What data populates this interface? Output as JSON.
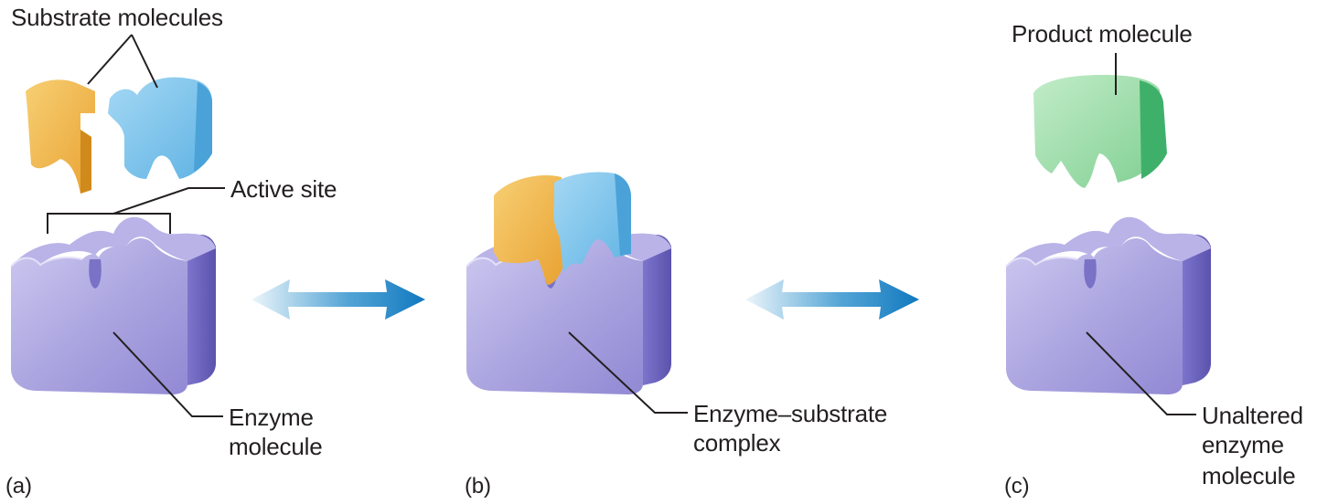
{
  "labels": {
    "substrate_molecules": "Substrate molecules",
    "active_site": "Active site",
    "enzyme_molecule_line1": "Enzyme",
    "enzyme_molecule_line2": "molecule",
    "es_complex_line1": "Enzyme–substrate",
    "es_complex_line2": "complex",
    "product_molecule": "Product molecule",
    "unaltered_line1": "Unaltered",
    "unaltered_line2": "enzyme",
    "unaltered_line3": "molecule"
  },
  "panels": {
    "a": "(a)",
    "b": "(b)",
    "c": "(c)"
  },
  "colors": {
    "enzyme_front": "#a8a2de",
    "enzyme_side": "#6e66c0",
    "enzyme_top": "#c7c2ec",
    "substrate_orange": "#f2b84b",
    "substrate_blue": "#7cc4ec",
    "product_green": "#8fd6a0",
    "arrow": "#1a86c8"
  }
}
